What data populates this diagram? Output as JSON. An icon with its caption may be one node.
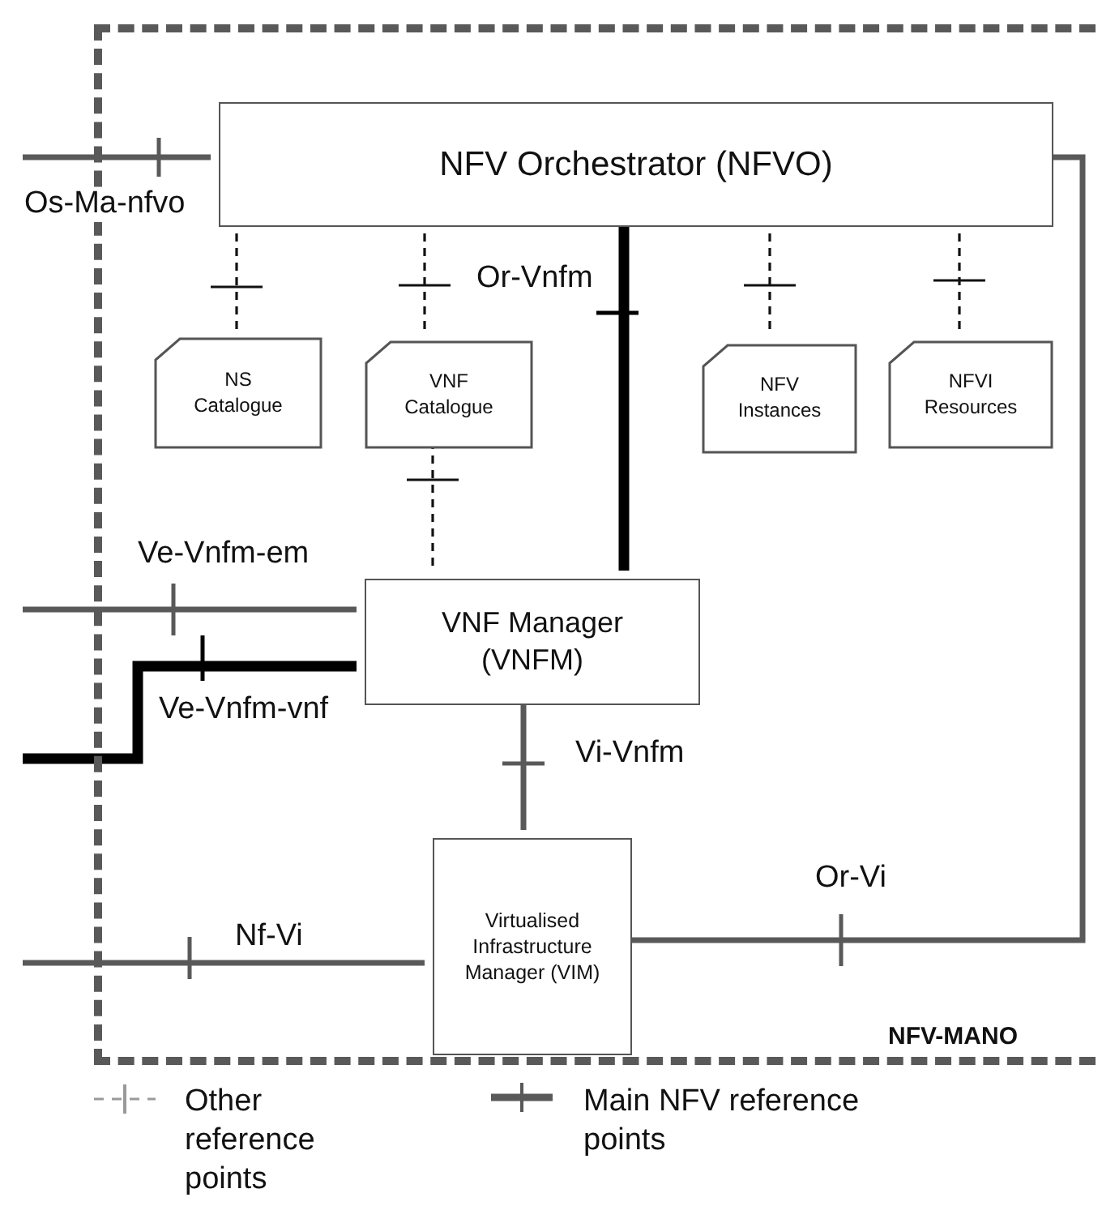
{
  "diagram": {
    "nodes": [
      {
        "text": [
          "NFV-MANO"
        ]
      },
      {
        "text": [
          "NFV Orchestrator (NFVO)"
        ],
        "in": 0
      },
      {
        "text": [
          "NS Catalogue"
        ],
        "in": 0
      },
      {
        "text": [
          "VNF Catalogue"
        ],
        "in": 0
      },
      {
        "text": [
          "NFV Instances"
        ],
        "in": 0
      },
      {
        "text": [
          "NFVI Resources"
        ],
        "in": 0
      },
      {
        "text": [
          "VNF Manager (VNFM)"
        ],
        "in": 0
      },
      {
        "text": [
          "Virtualised Infrastructure Manager (VIM)"
        ],
        "in": 0
      }
    ],
    "edges": [
      {
        "from": null,
        "to": 1,
        "arrow": "none",
        "label": "Os-Ma-nfvo"
      },
      {
        "from": 1,
        "to": 2,
        "arrow": "none",
        "style": "dashed"
      },
      {
        "from": 1,
        "to": 3,
        "arrow": "none",
        "style": "dashed"
      },
      {
        "from": 1,
        "to": 6,
        "arrow": "none",
        "label": "Or-Vnfm",
        "style": "thick",
        "color": "#000000"
      },
      {
        "from": 1,
        "to": 4,
        "arrow": "none",
        "style": "dashed"
      },
      {
        "from": 1,
        "to": 5,
        "arrow": "none",
        "style": "dashed"
      },
      {
        "from": 3,
        "to": 6,
        "arrow": "none",
        "style": "dashed"
      },
      {
        "from": null,
        "to": 6,
        "arrow": "none",
        "label": "Ve-Vnfm-em"
      },
      {
        "from": null,
        "to": 6,
        "arrow": "none",
        "label": "Ve-Vnfm-vnf",
        "style": "thick",
        "color": "#000000"
      },
      {
        "from": 6,
        "to": 7,
        "arrow": "none",
        "label": "Vi-Vnfm"
      },
      {
        "from": null,
        "to": 7,
        "arrow": "none",
        "label": "Nf-Vi"
      },
      {
        "from": 7,
        "to": 1,
        "arrow": "none",
        "label": "Or-Vi"
      }
    ],
    "legend": [
      {
        "text": "Other reference points"
      },
      {
        "text": "Main NFV reference points"
      }
    ]
  }
}
